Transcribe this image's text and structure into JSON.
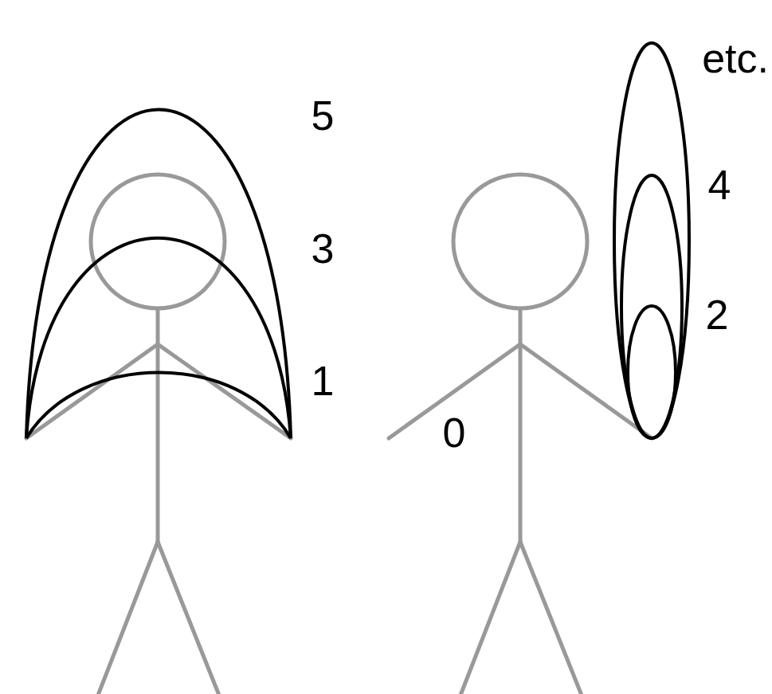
{
  "diagram": {
    "labels": [
      "etc.",
      "5",
      "4",
      "3",
      "2",
      "1",
      "0"
    ]
  }
}
